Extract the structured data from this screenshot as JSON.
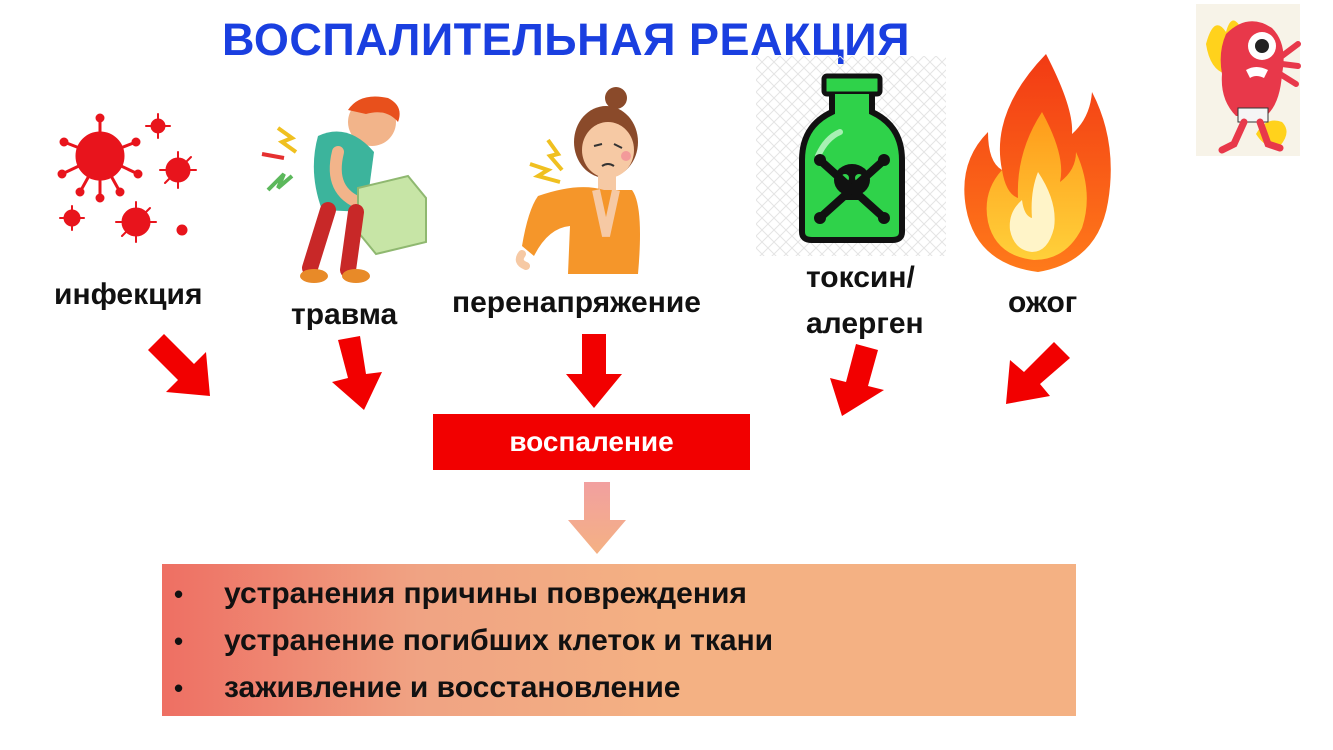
{
  "title": "ВОСПАЛИТЕЛЬНАЯ РЕАКЦИЯ",
  "causes": [
    {
      "label": "инфекция",
      "icon": "virus-icon"
    },
    {
      "label": "травма",
      "icon": "injured-person-icon"
    },
    {
      "label": "перенапряжение",
      "icon": "shoulder-pain-woman-icon"
    },
    {
      "label": "токсин/",
      "label2": "алерген",
      "icon": "poison-bottle-icon"
    },
    {
      "label": "ожог",
      "icon": "fire-icon"
    }
  ],
  "center": {
    "label": "воспаление"
  },
  "outcomes": [
    {
      "bullet": "•",
      "text": "устранения причины повреждения"
    },
    {
      "bullet": "•",
      "text": "устранение погибших клеток и ткани"
    },
    {
      "bullet": "•",
      "text": "заживление и восстановление"
    }
  ],
  "colors": {
    "title": "#1a3fe0",
    "arrow": "#f20000",
    "box": "#f20000",
    "result_arrow": "#f4b183",
    "result_box": "#f4b183"
  },
  "corner_icon": "red-monster-icon"
}
